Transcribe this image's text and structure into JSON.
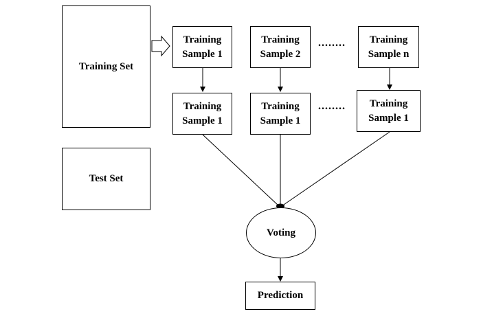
{
  "diagram": {
    "training_set": {
      "label": "Training Set"
    },
    "test_set": {
      "label": "Test Set"
    },
    "samples_row1": [
      {
        "line1": "Training",
        "line2": "Sample 1"
      },
      {
        "line1": "Training",
        "line2": "Sample 2"
      },
      {
        "line1": "Training",
        "line2": "Sample n"
      }
    ],
    "samples_row2": [
      {
        "line1": "Training",
        "line2": "Sample 1"
      },
      {
        "line1": "Training",
        "line2": "Sample 1"
      },
      {
        "line1": "Training",
        "line2": "Sample 1"
      }
    ],
    "ellipsis": "........",
    "voting": {
      "label": "Voting"
    },
    "prediction": {
      "label": "Prediction"
    }
  }
}
